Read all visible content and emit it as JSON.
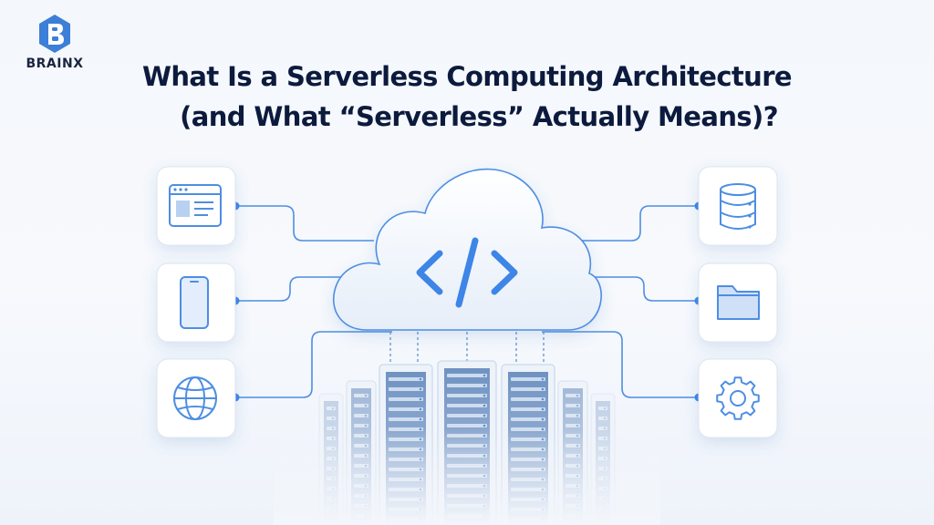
{
  "brand": {
    "name": "BRAINX",
    "logo_color": "#3b7fd8"
  },
  "title": {
    "line1": "What Is a Serverless Computing Architecture",
    "line2": "(and What “Serverless” Actually Means)?"
  },
  "colors": {
    "accent": "#3d85e6",
    "line": "#4d8ee2",
    "title": "#0c1a3d",
    "tile_border": "#dde5f0",
    "server_face": "#7f9dc4"
  },
  "diagram": {
    "center": {
      "icon": "code-brackets-icon"
    },
    "left_nodes": [
      {
        "icon": "browser-window-icon"
      },
      {
        "icon": "smartphone-icon"
      },
      {
        "icon": "globe-icon"
      }
    ],
    "right_nodes": [
      {
        "icon": "database-icon"
      },
      {
        "icon": "folder-icon"
      },
      {
        "icon": "gear-icon"
      }
    ],
    "server_rack_count": 7
  }
}
